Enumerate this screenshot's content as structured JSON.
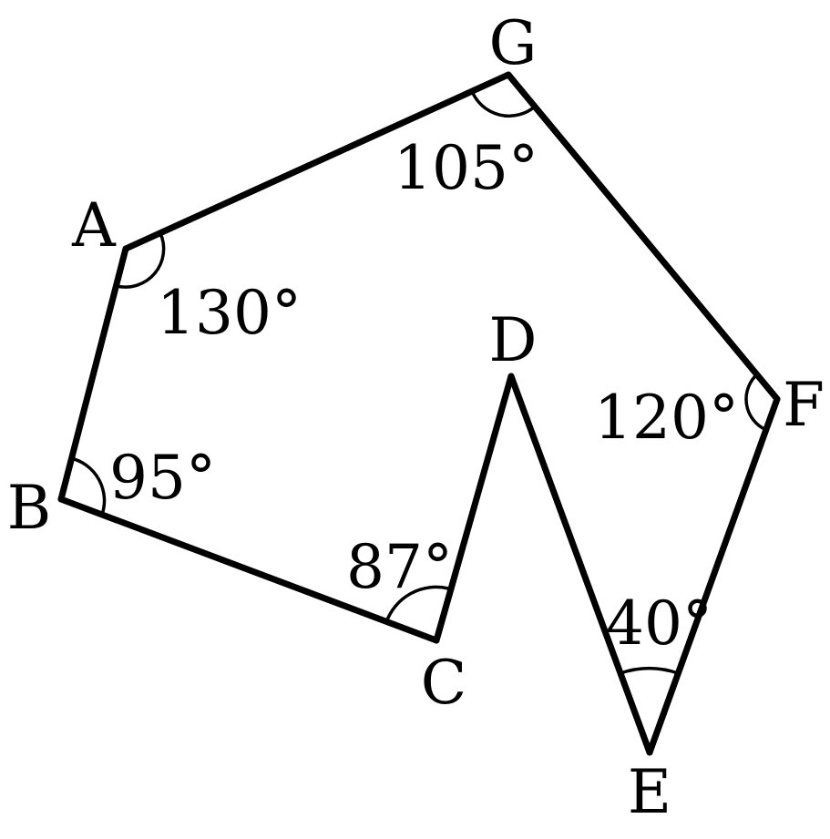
{
  "diagram": {
    "vertices": {
      "A": "A",
      "B": "B",
      "C": "C",
      "D": "D",
      "E": "E",
      "F": "F",
      "G": "G"
    },
    "angles": {
      "A": "130°",
      "B": "95°",
      "C": "87°",
      "E": "40°",
      "F": "120°",
      "G": "105°"
    }
  }
}
